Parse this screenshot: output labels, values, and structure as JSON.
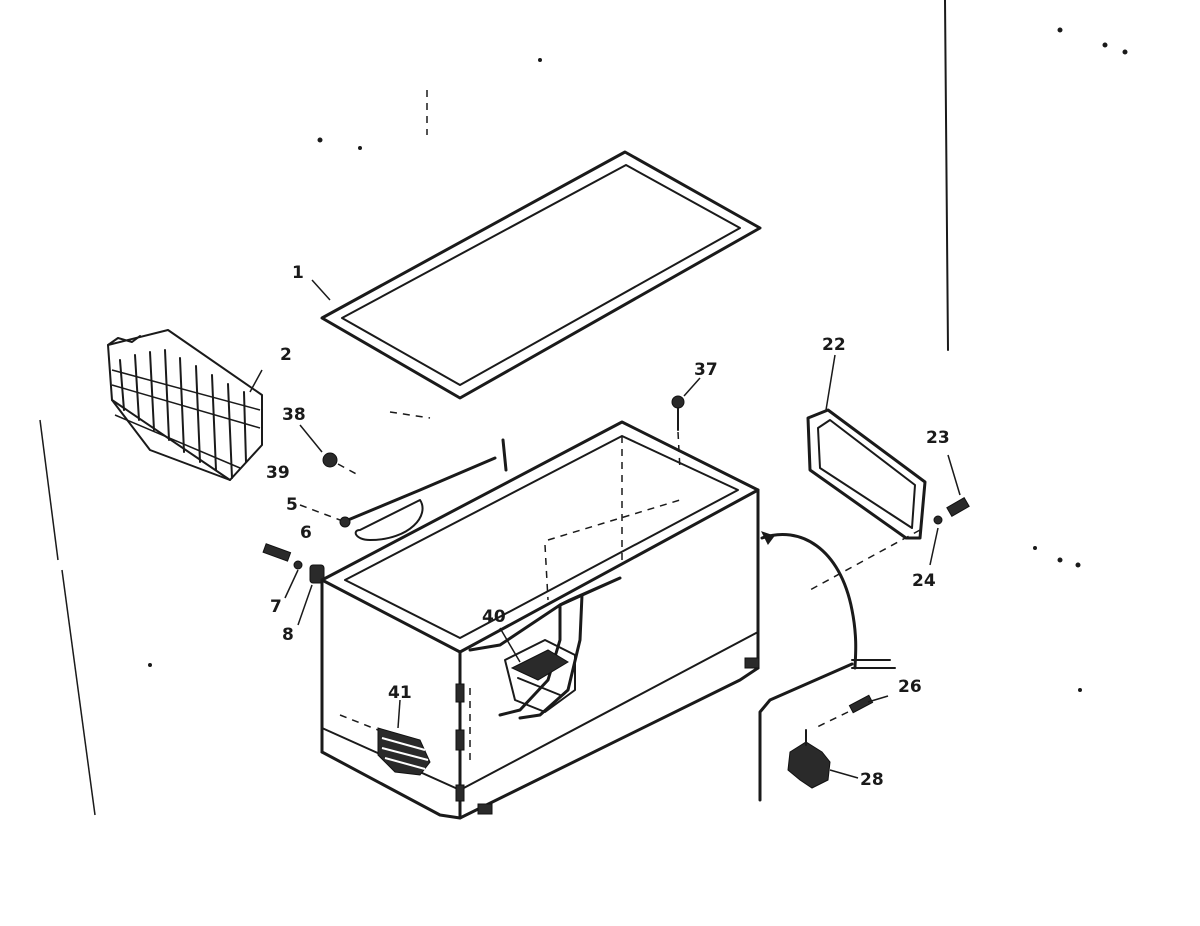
{
  "diagram": {
    "callouts": {
      "c1": "1",
      "c2": "2",
      "c5": "5",
      "c6": "6",
      "c7": "7",
      "c8": "8",
      "c22": "22",
      "c23": "23",
      "c24": "24",
      "c26": "26",
      "c28": "28",
      "c37": "37",
      "c38": "38",
      "c39": "39",
      "c40": "40",
      "c41": "41"
    }
  },
  "colors": {
    "ink": "#1a1a1a",
    "paper": "#ffffff"
  }
}
